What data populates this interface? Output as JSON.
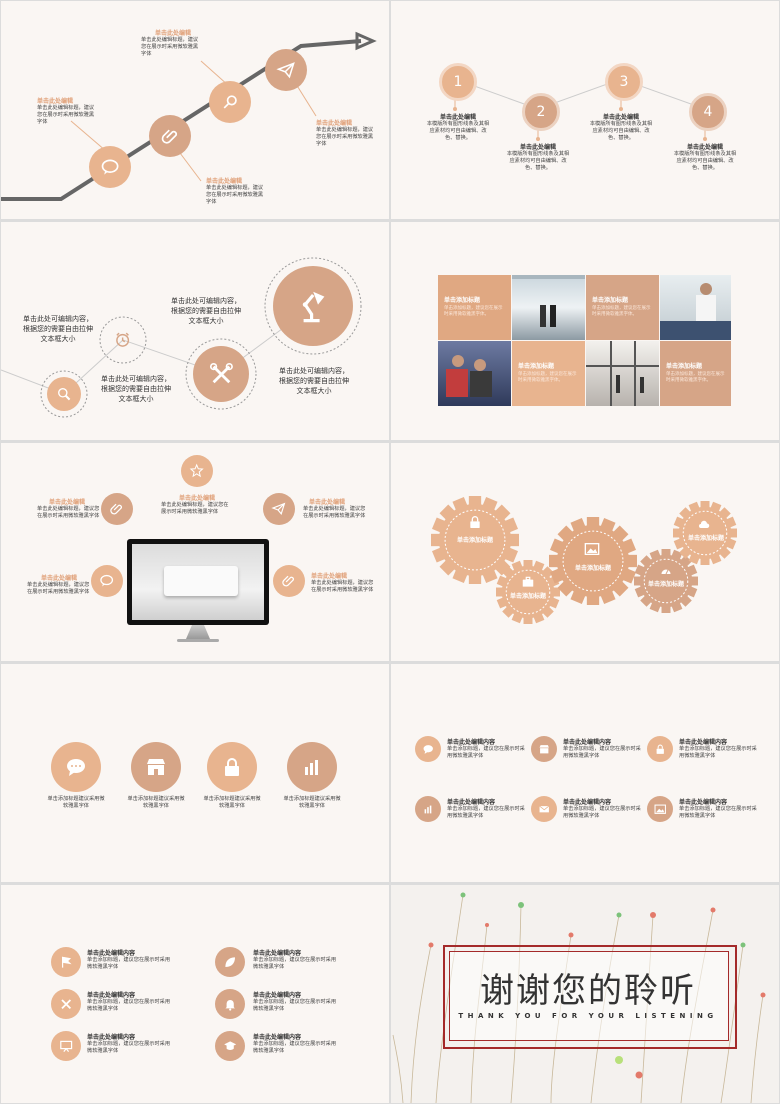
{
  "colors": {
    "peach": "#e8b48f",
    "brown": "#d6a587",
    "bg": "#faf6f3",
    "dark": "#555555",
    "red": "#a42a2a"
  },
  "s1": {
    "labels": [
      {
        "t": "单击此处编辑",
        "d": "单击此处编辑标题，建议您在展示时采用微软雅黑字体"
      },
      {
        "t": "单击此处编辑",
        "d": "单击此处编辑标题，建议您在展示时采用微软雅黑字体"
      },
      {
        "t": "单击此处编辑",
        "d": "单击此处编辑标题，建议您在展示时采用微软雅黑字体"
      },
      {
        "t": "单击此处编辑",
        "d": "单击此处编辑标题，建议您在展示时采用微软雅黑字体"
      }
    ]
  },
  "s2": {
    "nums": [
      "1",
      "2",
      "3",
      "4"
    ],
    "title": "单击此处编辑",
    "desc": "本模版所有图形线条及其相应素材均可自由编辑、改色、替换。"
  },
  "s3": {
    "texts": [
      "单击此处可编辑内容，根据您的需要自由拉伸文本框大小",
      "单击此处可编辑内容，根据您的需要自由拉伸文本框大小",
      "单击此处可编辑内容，根据您的需要自由拉伸文本框大小",
      "单击此处可编辑内容，根据您的需要自由拉伸文本框大小"
    ]
  },
  "s4": {
    "title": "单击添加标题",
    "desc": "单击添加标题，建议您在展示时采用微软雅黑字体。"
  },
  "s5": {
    "labels": [
      {
        "t": "单击此处编辑",
        "d": "单击此处编辑标题，建议您在展示时采用微软雅黑字体"
      },
      {
        "t": "单击此处编辑",
        "d": "单击此处编辑标题，建议您在展示时采用微软雅黑字体"
      },
      {
        "t": "单击此处编辑",
        "d": "单击此处编辑标题，建议您在展示时采用微软雅黑字体"
      },
      {
        "t": "单击此处编辑",
        "d": "单击此处编辑标题，建议您在展示时采用微软雅黑字体"
      },
      {
        "t": "单击此处编辑",
        "d": "单击此处编辑标题，建议您在展示时采用微软雅黑字体"
      }
    ]
  },
  "s6": {
    "gear": "单击添加标题"
  },
  "s7": {
    "desc": "单击添加标题建议采用微软雅黑字体"
  },
  "s8": {
    "title": "单击此处编辑内容",
    "desc": "单击添加标题，建议您在展示时采用微软雅黑字体"
  },
  "s9": {
    "title": "单击此处编辑内容",
    "desc": "单击添加标题，建议您在展示时采用微软雅黑字体"
  },
  "s10": {
    "main": "谢谢您的聆听",
    "sub": "THANK YOU FOR YOUR LISTENING"
  }
}
